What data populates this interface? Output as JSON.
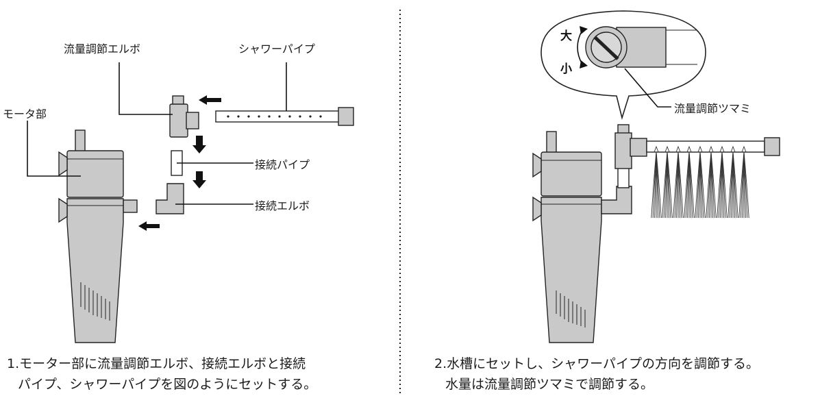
{
  "left_panel": {
    "labels": {
      "elbow": "流量調節エルボ",
      "shower_pipe": "シャワーパイプ",
      "motor": "モータ部",
      "connect_pipe": "接続パイプ",
      "connect_elbow": "接続エルボ"
    },
    "caption": {
      "line1": "1.モーター部に流量調節エルボ、接続エルボと接続",
      "line2": "パイプ、シャワーパイプを図のようにセットする。"
    }
  },
  "right_panel": {
    "labels": {
      "big": "大",
      "small": "小",
      "knob": "流量調節ツマミ"
    },
    "caption": {
      "line1": "2.水槽にセットし、シャワーパイプの方向を調節する。",
      "line2": "水量は流量調節ツマミで調節する。"
    }
  },
  "colors": {
    "part_fill": "#c9c9c9",
    "stroke": "#222222",
    "background": "#ffffff"
  }
}
